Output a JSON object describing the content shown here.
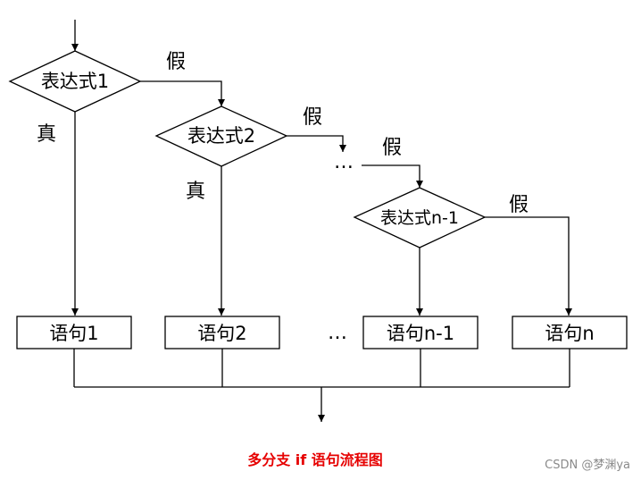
{
  "flowchart": {
    "conditions": [
      {
        "label": "表达式1",
        "true_label": "真",
        "false_label": "假"
      },
      {
        "label": "表达式2",
        "true_label": "真",
        "false_label": "假"
      },
      {
        "label": "表达式n-1",
        "false_label": "假"
      }
    ],
    "gap_false_label": "假",
    "ellipsis": "…",
    "statements": [
      "语句1",
      "语句2",
      "语句n-1",
      "语句n"
    ],
    "statement_ellipsis": "…"
  },
  "caption": {
    "text": "多分支 if 语句流程图",
    "color": "#e60000"
  },
  "watermark": "CSDN @梦渊ya"
}
